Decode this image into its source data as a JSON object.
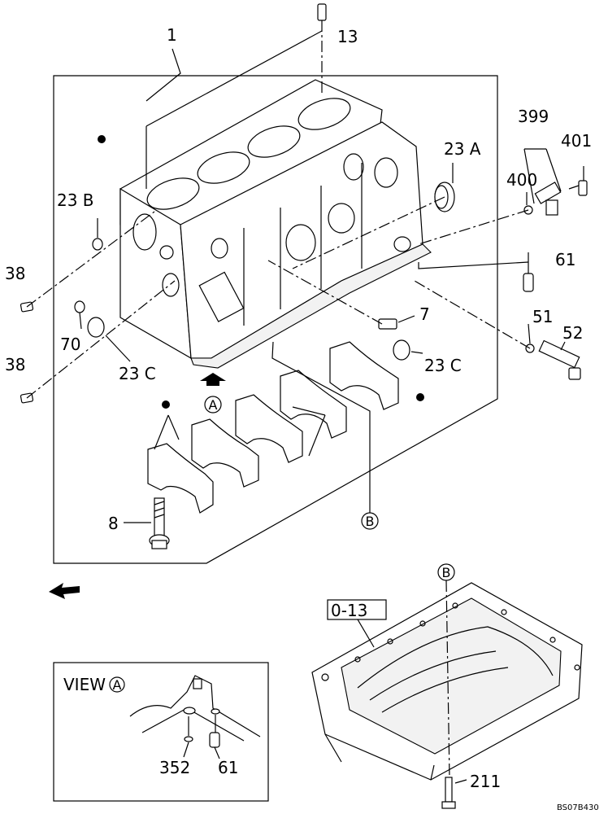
{
  "labels": {
    "l1": "1",
    "l13": "13",
    "l23b": "23 B",
    "l23a": "23 A",
    "l399": "399",
    "l401": "401",
    "l400": "400",
    "l61a": "61",
    "l38a": "38",
    "l38b": "38",
    "l70": "70",
    "l7": "7",
    "l51": "51",
    "l52": "52",
    "l23c1": "23 C",
    "l23c2": "23 C",
    "l8": "8",
    "lA": "A",
    "lB": "B",
    "lB2": "B",
    "l013": "0-13",
    "view": "VIEW",
    "viewA": "A",
    "l352": "352",
    "l61b": "61",
    "l211": "211",
    "code": "BS07B430"
  }
}
